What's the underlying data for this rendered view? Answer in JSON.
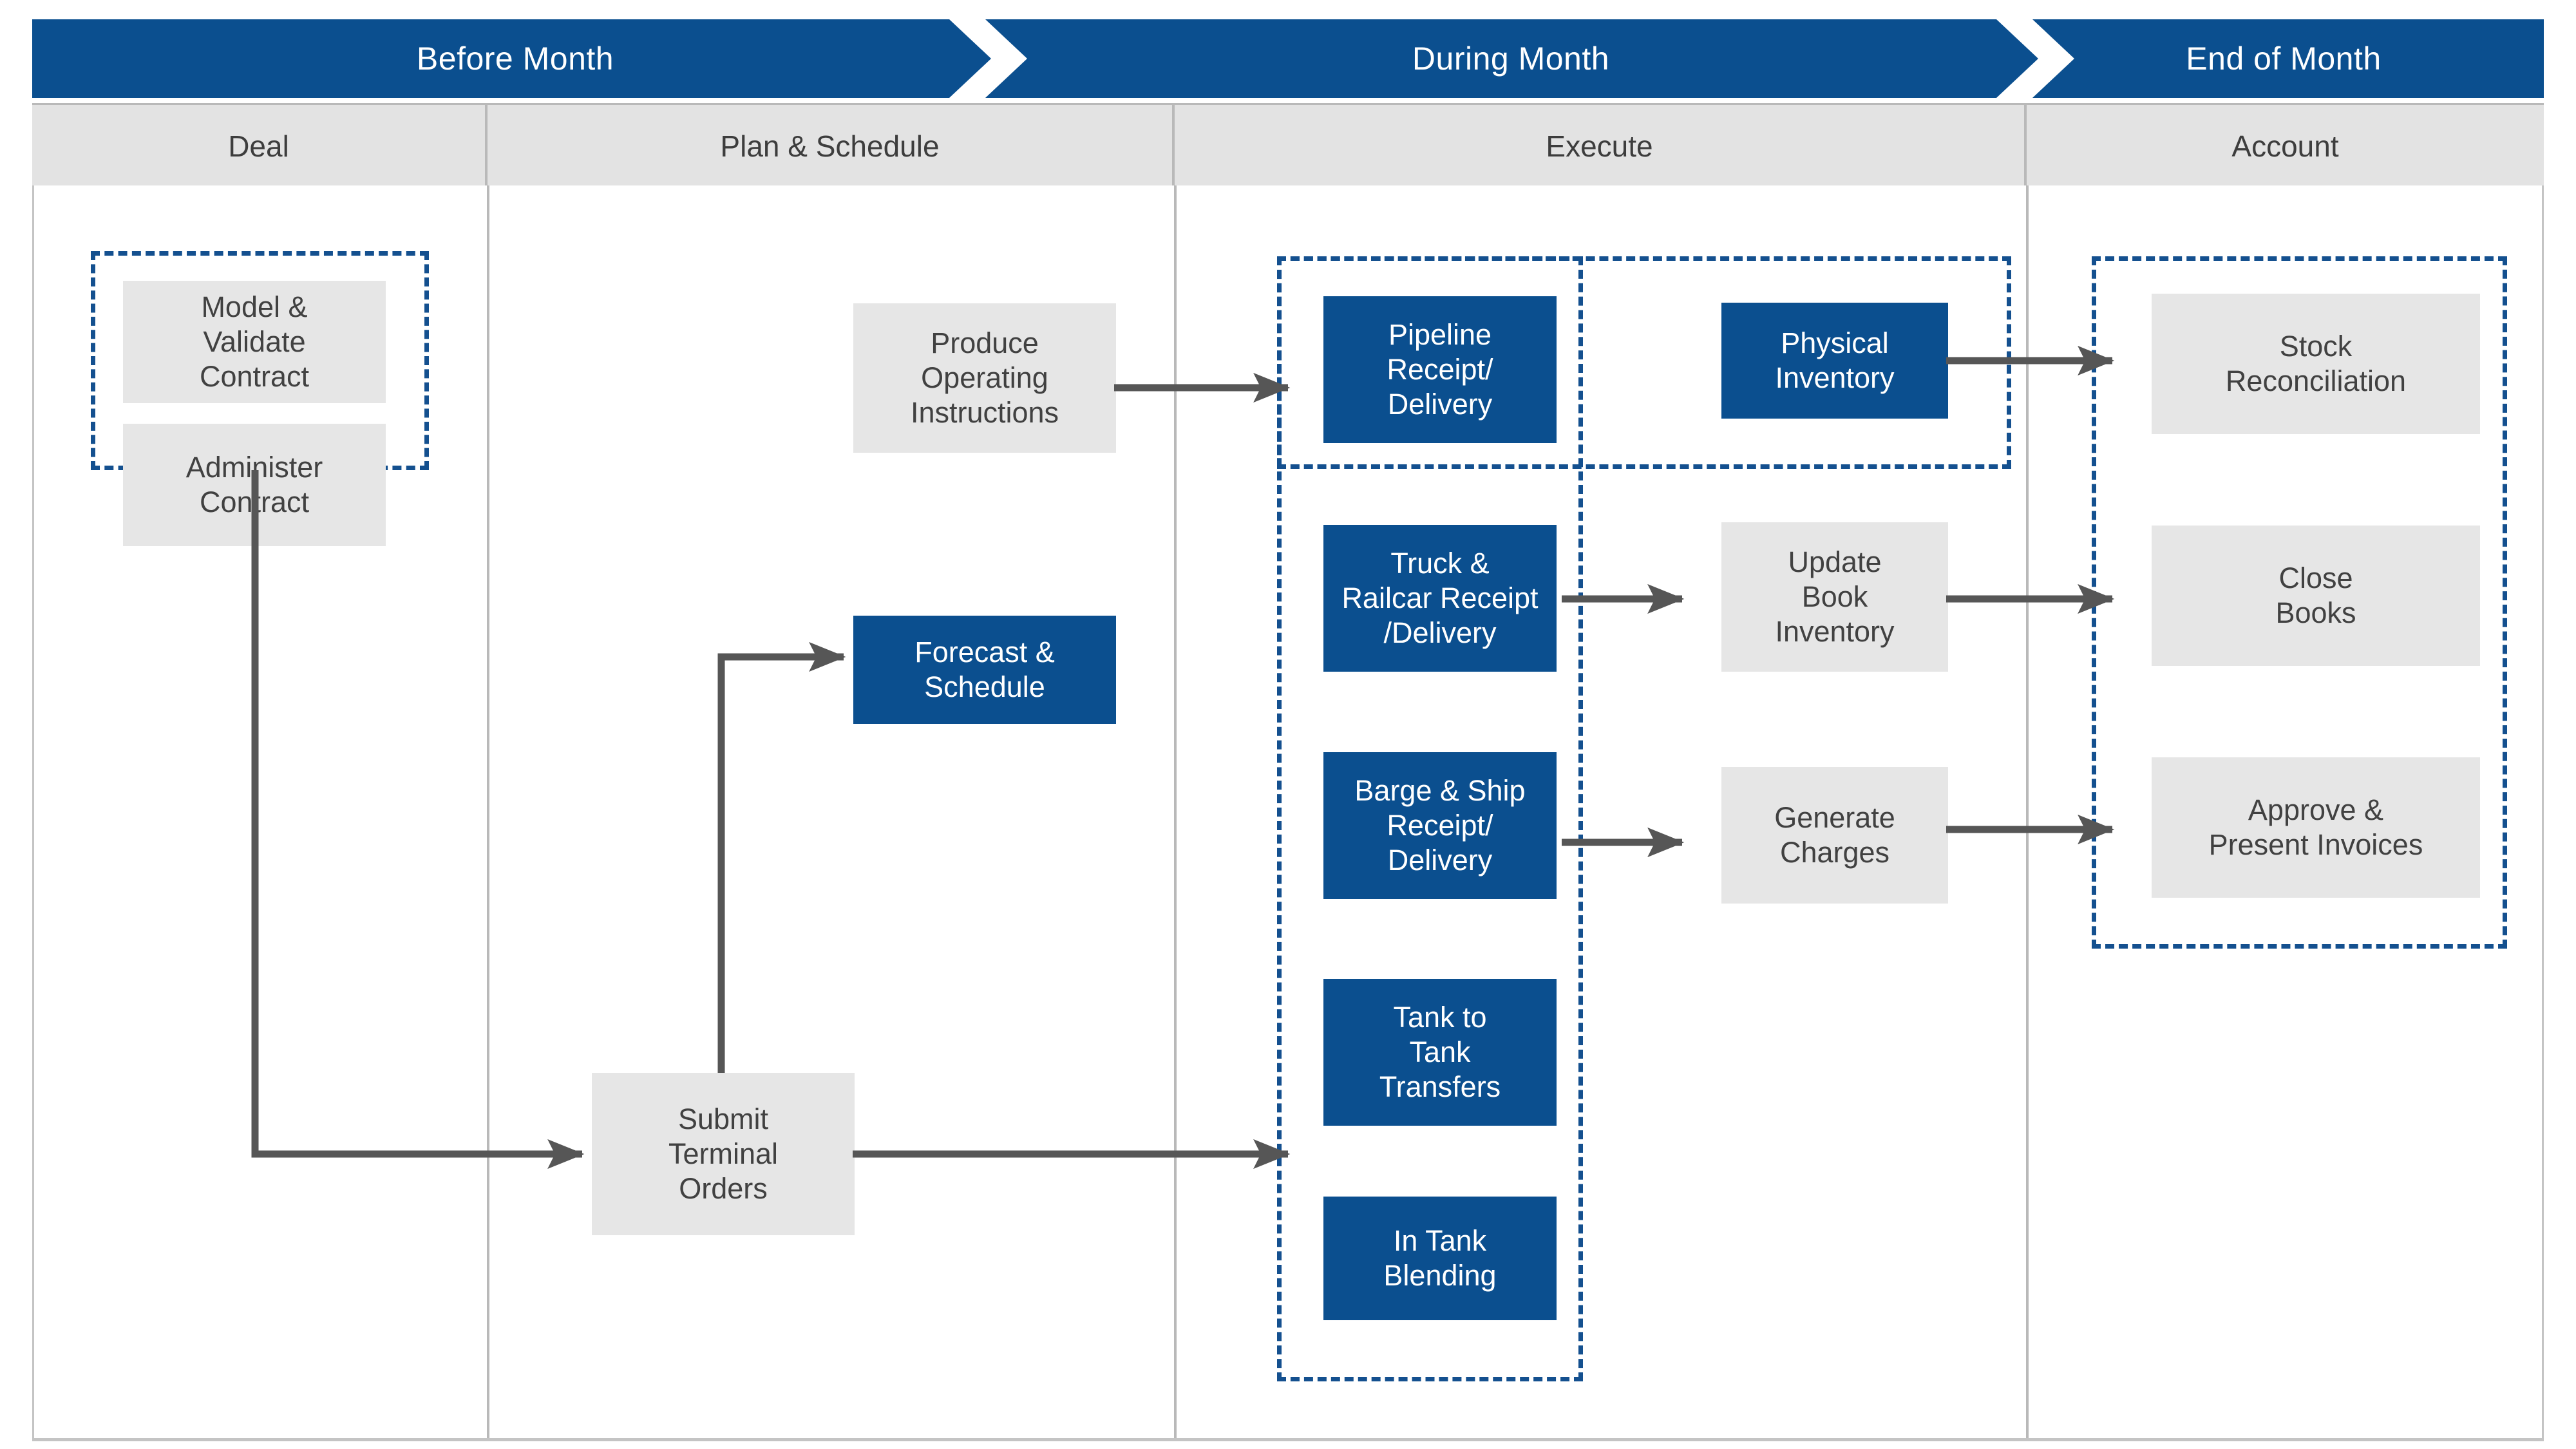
{
  "diagram": {
    "title": "Terminal Management Process Flow",
    "colors": {
      "brand_blue": "#0b4f8f",
      "group_dashed_blue": "#14508f",
      "grey_box": "#e6e6e6",
      "header_grey": "#e3e3e3",
      "connector_grey": "#565656",
      "text_dark": "#414141"
    }
  },
  "phases": [
    {
      "id": "before-month",
      "label": "Before Month"
    },
    {
      "id": "during-month",
      "label": "During Month"
    },
    {
      "id": "end-of-month",
      "label": "End of Month"
    }
  ],
  "columns": [
    {
      "id": "deal",
      "label": "Deal"
    },
    {
      "id": "plan-schedule",
      "label": "Plan & Schedule"
    },
    {
      "id": "execute",
      "label": "Execute"
    },
    {
      "id": "account",
      "label": "Account"
    }
  ],
  "nodes": {
    "model_validate_contract": {
      "label": "Model &\nValidate\nContract",
      "style": "grey",
      "column": "deal"
    },
    "administer_contract": {
      "label": "Administer\nContract",
      "style": "grey",
      "column": "deal"
    },
    "produce_operating_instructions": {
      "label": "Produce\nOperating\nInstructions",
      "style": "grey",
      "column": "plan-schedule"
    },
    "forecast_schedule": {
      "label": "Forecast &\nSchedule",
      "style": "blue",
      "column": "plan-schedule"
    },
    "submit_terminal_orders": {
      "label": "Submit\nTerminal\nOrders",
      "style": "grey",
      "column": "plan-schedule"
    },
    "pipeline_receipt_delivery": {
      "label": "Pipeline\nReceipt/\nDelivery",
      "style": "blue",
      "column": "execute"
    },
    "truck_railcar_receipt_delivery": {
      "label": "Truck &\nRailcar Receipt\n/Delivery",
      "style": "blue",
      "column": "execute"
    },
    "barge_ship_receipt_delivery": {
      "label": "Barge & Ship\nReceipt/\nDelivery",
      "style": "blue",
      "column": "execute"
    },
    "tank_to_tank_transfers": {
      "label": "Tank to\nTank\nTransfers",
      "style": "blue",
      "column": "execute"
    },
    "in_tank_blending": {
      "label": "In Tank\nBlending",
      "style": "blue",
      "column": "execute"
    },
    "physical_inventory": {
      "label": "Physical\nInventory",
      "style": "blue",
      "column": "execute"
    },
    "update_book_inventory": {
      "label": "Update\nBook\nInventory",
      "style": "grey",
      "column": "execute"
    },
    "generate_charges": {
      "label": "Generate\nCharges",
      "style": "grey",
      "column": "execute"
    },
    "stock_reconciliation": {
      "label": "Stock\nReconciliation",
      "style": "grey",
      "column": "account"
    },
    "close_books": {
      "label": "Close\nBooks",
      "style": "grey",
      "column": "account"
    },
    "approve_present_invoices": {
      "label": "Approve &\nPresent Invoices",
      "style": "grey",
      "column": "account"
    }
  },
  "groups": [
    {
      "id": "deal-group",
      "members": [
        "model_validate_contract",
        "administer_contract"
      ]
    },
    {
      "id": "execute-transactions-group",
      "members": [
        "pipeline_receipt_delivery",
        "truck_railcar_receipt_delivery",
        "barge_ship_receipt_delivery",
        "tank_to_tank_transfers",
        "in_tank_blending"
      ]
    },
    {
      "id": "inventory-group",
      "members": [
        "pipeline_receipt_delivery",
        "physical_inventory"
      ]
    },
    {
      "id": "account-group",
      "members": [
        "stock_reconciliation",
        "close_books",
        "approve_present_invoices"
      ]
    }
  ],
  "connections": [
    {
      "from": "produce_operating_instructions",
      "to": "pipeline_receipt_delivery"
    },
    {
      "from": "administer_contract",
      "to": "submit_terminal_orders"
    },
    {
      "from": "submit_terminal_orders",
      "to": "forecast_schedule"
    },
    {
      "from": "submit_terminal_orders",
      "to": "tank_to_tank_transfers"
    },
    {
      "from": "physical_inventory",
      "to": "stock_reconciliation"
    },
    {
      "from": "truck_railcar_receipt_delivery",
      "to": "update_book_inventory"
    },
    {
      "from": "update_book_inventory",
      "to": "close_books"
    },
    {
      "from": "barge_ship_receipt_delivery",
      "to": "generate_charges"
    },
    {
      "from": "generate_charges",
      "to": "approve_present_invoices"
    }
  ]
}
